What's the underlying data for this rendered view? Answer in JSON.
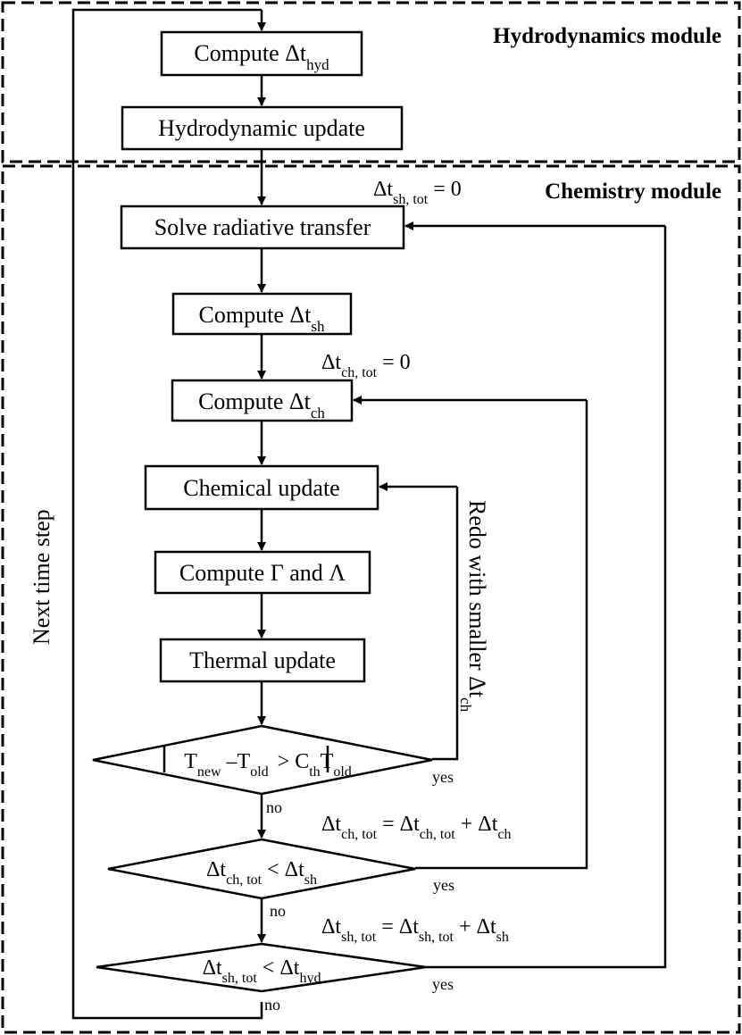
{
  "modules": {
    "hydro_label": "Hydrodynamics module",
    "chem_label": "Chemistry module"
  },
  "side_labels": {
    "next_time_step": "Next time step",
    "redo_prefix": "Redo with smaller Δt",
    "redo_sub": "ch"
  },
  "steps": {
    "compute_dt_hyd": {
      "pre": "Compute  Δt",
      "sub": "hyd"
    },
    "hydro_update": "Hydrodynamic update",
    "solve_rt": "Solve radiative transfer",
    "compute_dt_sh": {
      "pre": "Compute Δt",
      "sub": "sh"
    },
    "compute_dt_ch": {
      "pre": "Compute Δt",
      "sub": "ch"
    },
    "chem_update": "Chemical update",
    "compute_gamma_lambda": "Compute Γ and Λ",
    "thermal_update": "Thermal update"
  },
  "decisions": {
    "temp_check": {
      "t1": "T",
      "s1": "new",
      "t2": " –T",
      "s2": "old",
      "t3": " > C",
      "s3": "th",
      "t4": "T",
      "s4": "old"
    },
    "ch_tot_check": {
      "t1": "Δt",
      "s1": "ch, tot",
      "t2": " < Δt",
      "s2": "sh"
    },
    "sh_tot_check": {
      "t1": "Δt",
      "s1": "sh, tot",
      "t2": " < Δt",
      "s2": "hyd"
    }
  },
  "annotations": {
    "sh_tot_init": {
      "t1": "Δt",
      "s1": "sh, tot",
      "t2": " = 0"
    },
    "ch_tot_init": {
      "t1": "Δt",
      "s1": "ch, tot",
      "t2": " = 0"
    },
    "ch_tot_update": {
      "t1": "Δt",
      "s1": "ch, tot",
      "t2": " = Δt",
      "s2": "ch, tot",
      "t3": " + Δt",
      "s3": "ch"
    },
    "sh_tot_update": {
      "t1": "Δt",
      "s1": "sh, tot",
      "t2": " = Δt",
      "s2": "sh, tot",
      "t3": " + Δt",
      "s3": "sh"
    }
  },
  "branch_labels": {
    "yes": "yes",
    "no": "no"
  }
}
